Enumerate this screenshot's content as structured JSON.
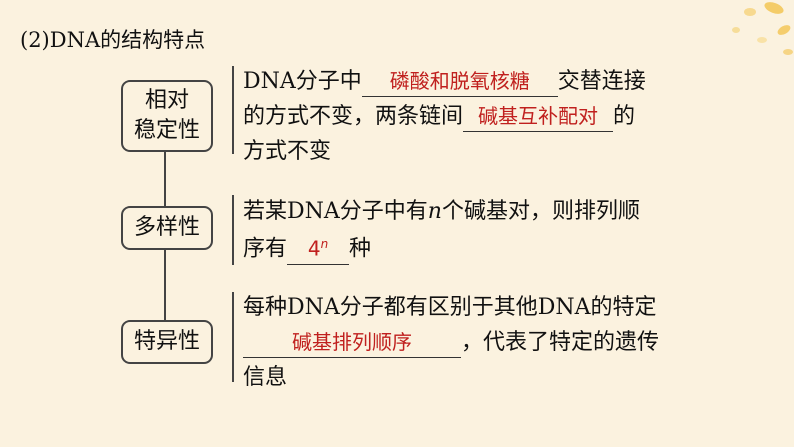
{
  "title": "(2)DNA的结构特点",
  "colors": {
    "answer": "#c0201e",
    "background": "#fbf2df",
    "border": "#444444"
  },
  "rows": [
    {
      "label_line1": "相对",
      "label_line2": "稳定性",
      "text_a": "DNA分子中",
      "blank_a": "磷酸和脱氧核糖",
      "text_b": "交替连接",
      "text_c": "的方式不变，两条链间",
      "blank_b": "碱基互补配对",
      "text_d": "的",
      "text_e": "方式不变"
    },
    {
      "label": "多样性",
      "text_a": "若某DNA分子中有",
      "var_n": "n",
      "text_b": "个碱基对，则排列顺",
      "text_c": "序有",
      "blank_base": "4",
      "blank_exp": "n",
      "text_d": "种"
    },
    {
      "label": "特异性",
      "text_a": "每种DNA分子都有区别于其他DNA的特定",
      "blank_a": "碱基排列顺序",
      "text_b": "，代表了特定的遗传",
      "text_c": "信息"
    }
  ]
}
